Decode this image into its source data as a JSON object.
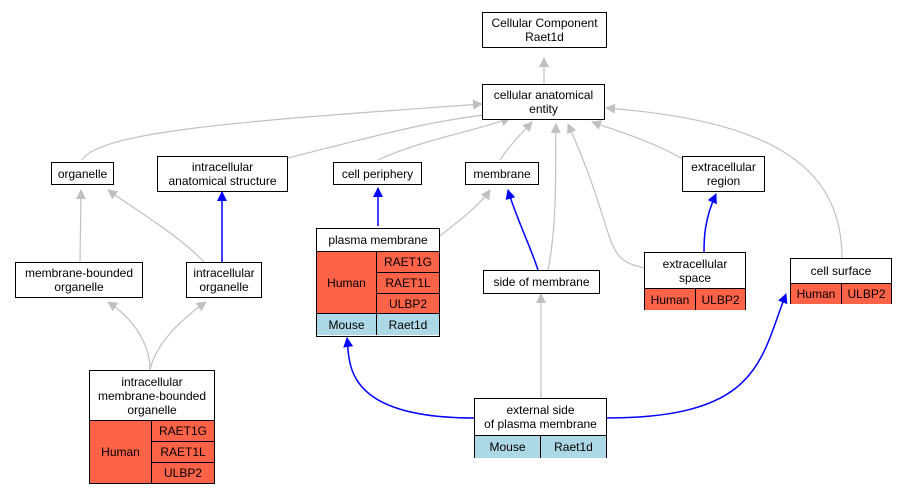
{
  "nodes": {
    "root": [
      "Cellular Component",
      "Raet1d"
    ],
    "cae": [
      "cellular anatomical",
      "entity"
    ],
    "organelle": [
      "organelle"
    ],
    "intra_struct": [
      "intracellular",
      "anatomical structure"
    ],
    "cell_periphery": [
      "cell periphery"
    ],
    "membrane": [
      "membrane"
    ],
    "extra_region": [
      "extracellular",
      "region"
    ],
    "mb_organelle": [
      "membrane-bounded",
      "organelle"
    ],
    "intra_organelle": [
      "intracellular",
      "organelle"
    ],
    "side_membrane": [
      "side of membrane"
    ]
  },
  "plasma_membrane": {
    "title": "plasma membrane",
    "human_label": "Human",
    "human_genes": [
      "RAET1G",
      "RAET1L",
      "ULBP2"
    ],
    "mouse_label": "Mouse",
    "mouse_genes": [
      "Raet1d"
    ]
  },
  "extracellular_space": {
    "title": [
      "extracellular",
      "space"
    ],
    "human_label": "Human",
    "human_genes": [
      "ULBP2"
    ]
  },
  "cell_surface": {
    "title": "cell surface",
    "human_label": "Human",
    "human_genes": [
      "ULBP2"
    ]
  },
  "intra_mb_organelle": {
    "title": [
      "intracellular",
      "membrane-bounded",
      "organelle"
    ],
    "human_label": "Human",
    "human_genes": [
      "RAET1G",
      "RAET1L",
      "ULBP2"
    ]
  },
  "external_side": {
    "title": [
      "external side",
      "of plasma membrane"
    ],
    "mouse_label": "Mouse",
    "mouse_genes": [
      "Raet1d"
    ]
  },
  "colors": {
    "is_a_edge": "#c0c0c0",
    "part_of_edge": "#0000ff",
    "human": "#ff6347",
    "mouse": "#add8e6"
  }
}
